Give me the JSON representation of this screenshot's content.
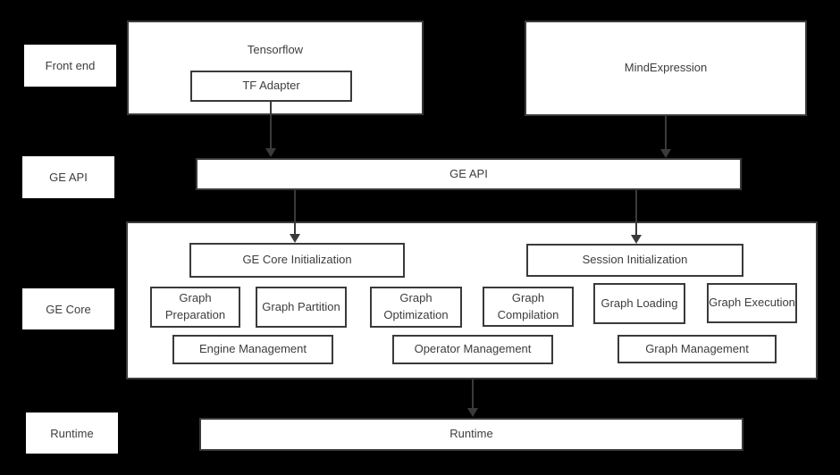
{
  "colors": {
    "background": "#000000",
    "box_background": "#ffffff",
    "box_border": "#3a3a3a",
    "text": "#3d3d3d",
    "arrow": "#3a3a3a"
  },
  "layer_labels": [
    {
      "label": "Front end"
    },
    {
      "label": "GE API"
    },
    {
      "label": "GE Core"
    },
    {
      "label": "Runtime"
    }
  ],
  "front_end": {
    "tensorflow": "Tensorflow",
    "tf_adapter": "TF Adapter",
    "mind_expression": "MindExpression"
  },
  "ge_api": {
    "bar": "GE API"
  },
  "ge_core": {
    "ge_core_initialization": "GE Core Initialization",
    "session_initialization": "Session Initialization",
    "graph_preparation": "Graph Preparation",
    "graph_partition": "Graph Partition",
    "graph_optimization": "Graph Optimization",
    "graph_compilation": "Graph Compilation",
    "graph_loading": "Graph Loading",
    "graph_execution": "Graph Execution",
    "engine_management": "Engine Management",
    "operator_management": "Operator Management",
    "graph_management": "Graph Management"
  },
  "runtime": {
    "bar": "Runtime"
  }
}
